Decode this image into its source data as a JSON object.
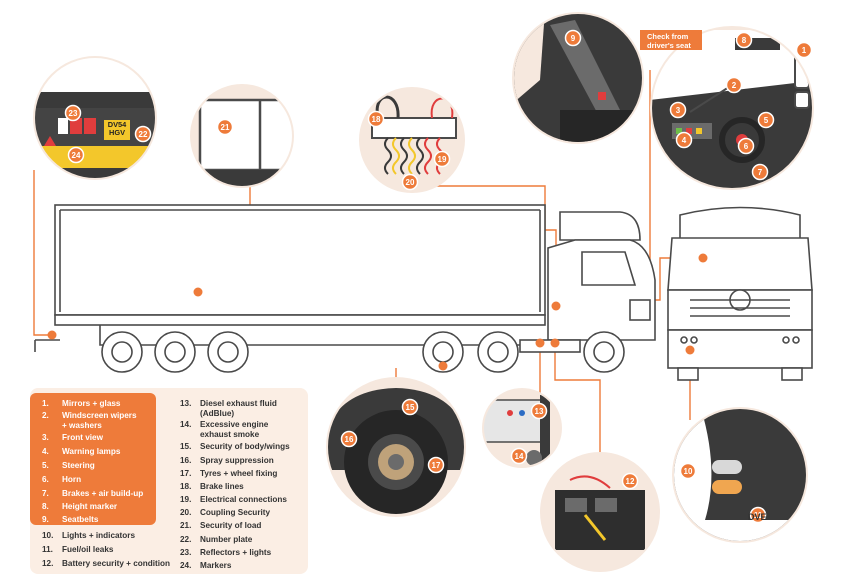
{
  "check_label": "Check from driver's seat",
  "plate_line1": "DV54",
  "plate_line2": "HGV",
  "plate_partial": "DVE",
  "colors": {
    "accent": "#ee7b3a",
    "legend_bg": "#fbeee4",
    "circle_bg": "#f6e8de",
    "dark": "#3a3a3a",
    "line": "#4a4a4a"
  },
  "legend": [
    {
      "num": "1.",
      "label": "Mirrors + glass"
    },
    {
      "num": "2.",
      "label": "Windscreen wipers\n+ washers"
    },
    {
      "num": "3.",
      "label": "Front view"
    },
    {
      "num": "4.",
      "label": "Warning lamps"
    },
    {
      "num": "5.",
      "label": "Steering"
    },
    {
      "num": "6.",
      "label": "Horn"
    },
    {
      "num": "7.",
      "label": "Brakes + air build-up"
    },
    {
      "num": "8.",
      "label": "Height marker"
    },
    {
      "num": "9.",
      "label": "Seatbelts"
    },
    {
      "num": "10.",
      "label": "Lights + indicators"
    },
    {
      "num": "11.",
      "label": "Fuel/oil leaks"
    },
    {
      "num": "12.",
      "label": "Battery security + condition"
    },
    {
      "num": "13.",
      "label": "Diesel exhaust fluid\n(AdBlue)"
    },
    {
      "num": "14.",
      "label": "Excessive engine\nexhaust smoke"
    },
    {
      "num": "15.",
      "label": "Security of body/wings"
    },
    {
      "num": "16.",
      "label": "Spray suppression"
    },
    {
      "num": "17.",
      "label": "Tyres + wheel fixing"
    },
    {
      "num": "18.",
      "label": "Brake lines"
    },
    {
      "num": "19.",
      "label": "Electrical connections"
    },
    {
      "num": "20.",
      "label": "Coupling Security"
    },
    {
      "num": "21.",
      "label": "Security of load"
    },
    {
      "num": "22.",
      "label": "Number plate"
    },
    {
      "num": "23.",
      "label": "Reflectors + lights"
    },
    {
      "num": "24.",
      "label": "Markers"
    }
  ],
  "markers": [
    "1",
    "2",
    "3",
    "4",
    "5",
    "6",
    "7",
    "8",
    "9",
    "10",
    "11",
    "12",
    "13",
    "14",
    "15",
    "16",
    "17",
    "18",
    "19",
    "20",
    "21",
    "22",
    "23",
    "24"
  ]
}
